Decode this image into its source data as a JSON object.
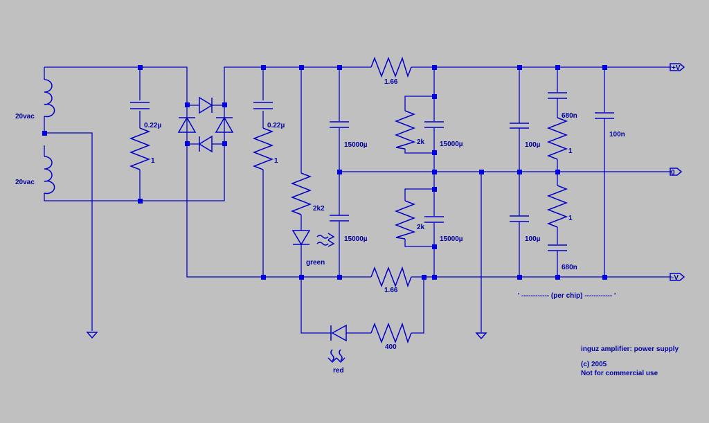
{
  "labels": {
    "transformer_top": "20vac",
    "transformer_bottom": "20vac",
    "c_snubber_left": "0.22µ",
    "r_snubber_left": "1",
    "c_snubber_right": "0.22µ",
    "r_snubber_right": "1",
    "c_main_top": "15000µ",
    "c_main_bottom": "15000µ",
    "r_top_series": "1.66",
    "r_bottom_series": "1.66",
    "r_bleed_top": "2k",
    "c_second_top": "15000µ",
    "r_bleed_bottom": "2k",
    "c_second_bottom": "15000µ",
    "r_led_green": "2k2",
    "led_green": "green",
    "led_red": "red",
    "r_led_red": "400",
    "c_local_top": "100µ",
    "c_local_bottom": "100µ",
    "c_zobel_top": "680n",
    "r_zobel_top": "1",
    "r_zobel_bottom": "1",
    "c_zobel_bottom": "680n",
    "c_bypass": "100n",
    "port_pos": "+V",
    "port_zero": "0",
    "port_neg": "-V",
    "per_chip": "' ------------ (per chip) ------------ '"
  },
  "notes": {
    "title": "inguz amplifier: power supply",
    "copyright": "(c) 2005",
    "license": "Not for commercial use"
  },
  "colors": {
    "background": "#c0c0c0",
    "wire": "#0000c8",
    "junction": "#0000e6",
    "text": "#0000a0"
  }
}
